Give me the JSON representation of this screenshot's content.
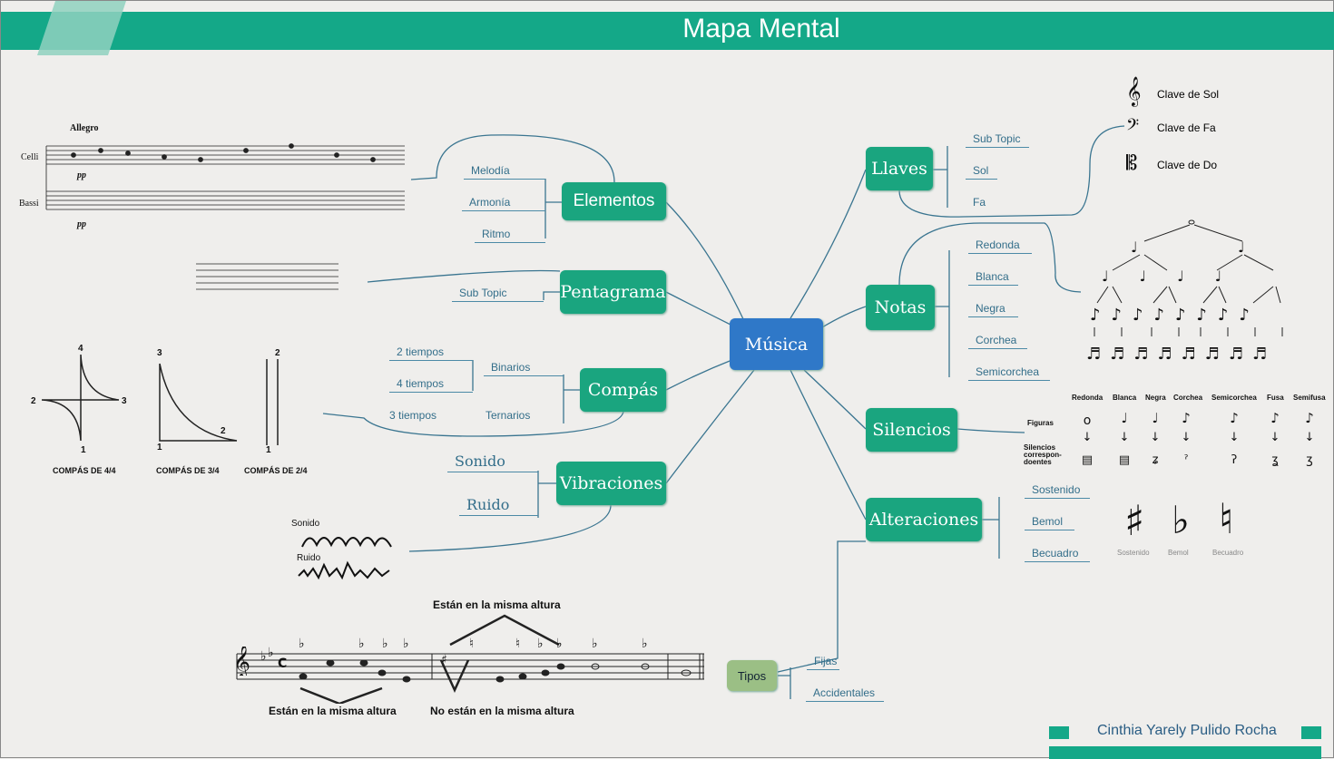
{
  "header": {
    "title": "Mapa Mental",
    "color": "#14a888"
  },
  "center": {
    "label": "Música",
    "color": "#2f78c8"
  },
  "nodes": {
    "elementos": {
      "label": "Elementos",
      "subs": [
        "Melodía",
        "Armonía",
        "Ritmo"
      ]
    },
    "pentagrama": {
      "label": "Pentagrama",
      "subs": [
        "Sub Topic"
      ]
    },
    "compas": {
      "label": "Compás",
      "subs": [
        "2 tiempos",
        "4 tiempos",
        "3 tiempos",
        "Binarios",
        "Ternarios"
      ]
    },
    "vibraciones": {
      "label": "Vibraciones",
      "subs": [
        "Sonido",
        "Ruido"
      ]
    },
    "llaves": {
      "label": "Llaves",
      "subs": [
        "Sub Topic",
        "Sol",
        "Fa"
      ]
    },
    "notas": {
      "label": "Notas",
      "subs": [
        "Redonda",
        "Blanca",
        "Negra",
        "Corchea",
        "Semicorchea"
      ]
    },
    "silencios": {
      "label": "Silencios"
    },
    "alteraciones": {
      "label": "Alteraciones",
      "subs": [
        "Sostenido",
        "Bemol",
        "Becuadro"
      ]
    },
    "tipos": {
      "label": "Tipos",
      "subs": [
        "Fijas",
        "Accidentales"
      ],
      "color": "#9bbf85"
    }
  },
  "images": {
    "score": {
      "tempo": "Allegro",
      "staves": [
        "Celli",
        "Bassi"
      ],
      "dynamic": "pp"
    },
    "compases": {
      "labels": [
        "COMPÁS DE 4/4",
        "COMPÁS DE 3/4",
        "COMPÁS DE 2/4"
      ],
      "beats44": [
        "4",
        "2",
        "3",
        "1"
      ],
      "beats34": [
        "3",
        "1",
        "2"
      ],
      "beats24": [
        "2",
        "1"
      ]
    },
    "waves": {
      "sonido": "Sonido",
      "ruido": "Ruido"
    },
    "claves": [
      "Clave de Sol",
      "Clave de Fa",
      "Clave de Do"
    ],
    "silencios_table": {
      "headers": [
        "Redonda",
        "Blanca",
        "Negra",
        "Corchea",
        "Semicorchea",
        "Fusa",
        "Semifusa"
      ],
      "row1": "Figuras",
      "row2": "Silencios correspon-doentes"
    },
    "alteraciones_caption": [
      "Sostenido",
      "Bemol",
      "Becuadro"
    ],
    "accidentals": {
      "top": "Están en la misma altura",
      "bottom_left": "Están en la misma altura",
      "bottom_right": "No están en la misma altura"
    }
  },
  "footer": {
    "author": "Cinthia Yarely Pulido Rocha"
  }
}
